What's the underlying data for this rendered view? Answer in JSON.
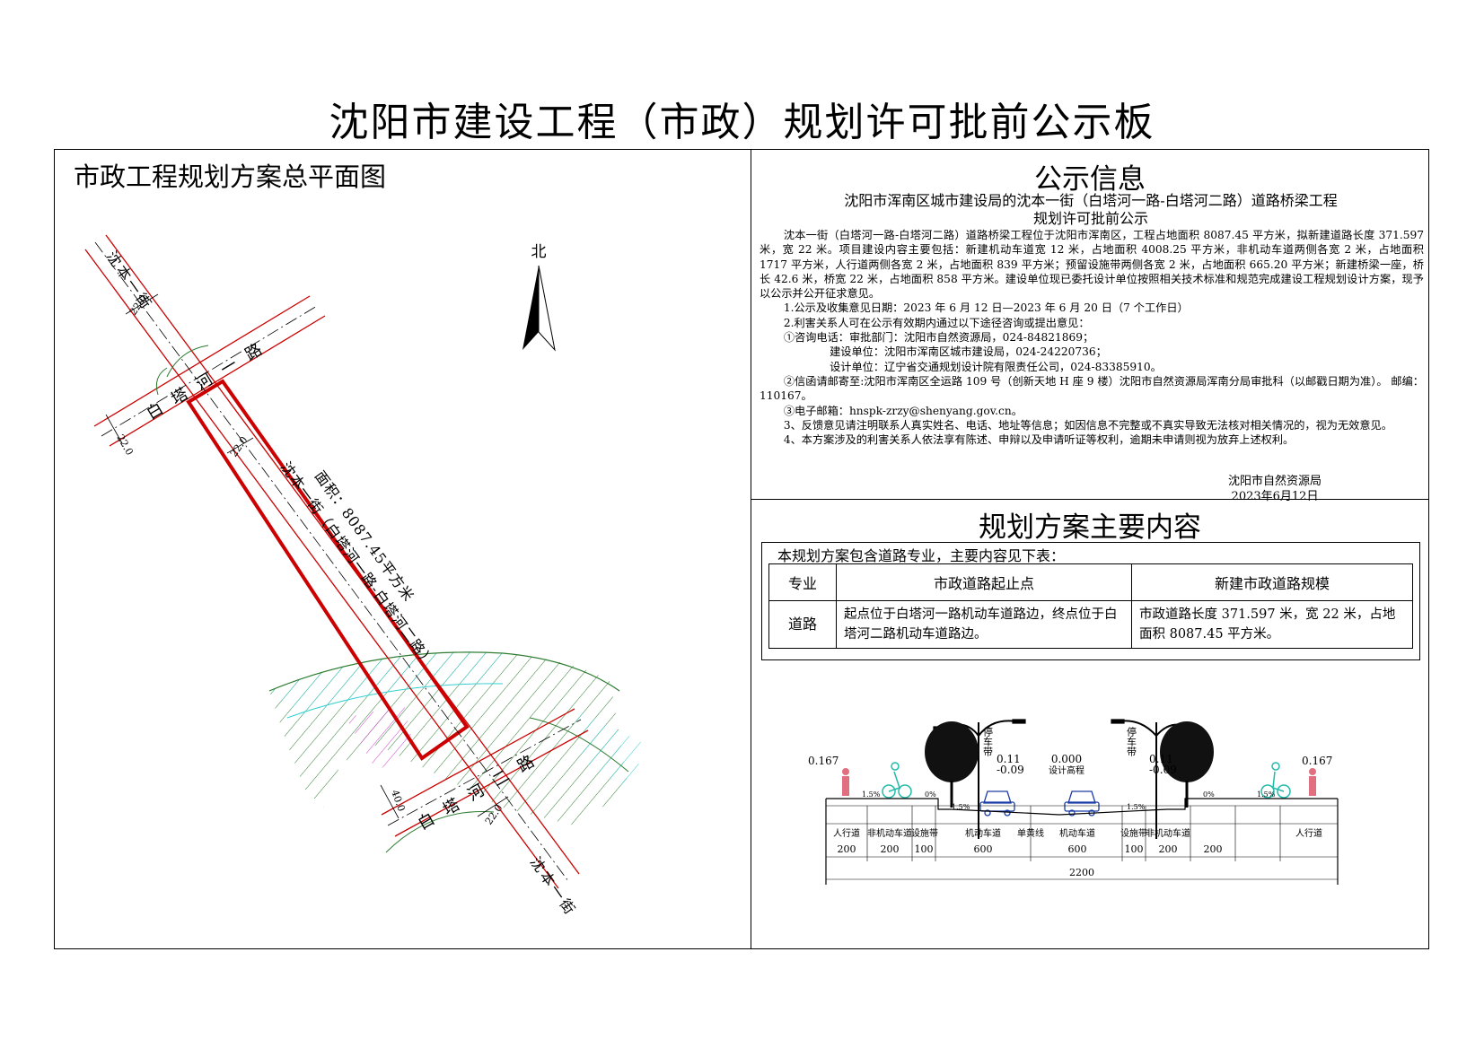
{
  "title": "沈阳市建设工程（市政）规划许可批前公示板",
  "map": {
    "title": "市政工程规划方案总平面图",
    "north": "北",
    "road_main": "沈本一街（白塔河一路-白塔河二路）",
    "area": "面积：8087.45平方米",
    "road_north_label": "沈本一街",
    "road_south_label": "沈本一街",
    "cross_road_1": "白塔河一路",
    "cross_road_2": "白塔河二路",
    "dim_22": "22.0",
    "dim_40": "40.0"
  },
  "notice": {
    "heading": "公示信息",
    "subtitle_1": "沈阳市浑南区城市建设局的沈本一街（白塔河一路-白塔河二路）道路桥梁工程",
    "subtitle_2": "规划许可批前公示",
    "p1": "沈本一街（白塔河一路-白塔河二路）道路桥梁工程位于沈阳市浑南区，工程占地面积 8087.45 平方米，拟新建道路长度 371.597 米，宽 22 米。项目建设内容主要包括：新建机动车道宽 12 米，占地面积 4008.25 平方米，非机动车道两侧各宽 2 米，占地面积 1717 平方米，人行道两侧各宽 2 米，占地面积 839 平方米；预留设施带两侧各宽 2 米，占地面积 665.20 平方米；新建桥梁一座，桥长 42.6 米，桥宽 22 米，占地面积 858 平方米。建设单位现已委托设计单位按照相关技术标准和规范完成建设工程规划设计方案，现予以公示并公开征求意见。",
    "p2": "1.公示及收集意见日期：2023 年 6 月 12 日—2023 年 6 月 20 日（7 个工作日）",
    "p3": "2.利害关系人可在公示有效期内通过以下途径咨询或提出意见：",
    "p4": "①咨询电话：审批部门：沈阳市自然资源局，024-84821869；",
    "p5": "建设单位：沈阳市浑南区城市建设局，024-24220736；",
    "p6": "设计单位：辽宁省交通规划设计院有限责任公司，024-83385910。",
    "p7": "②信函请邮寄至:沈阳市浑南区全运路 109 号（创新天地 H 座 9 楼）沈阳市自然资源局浑南分局审批科（以邮戳日期为准）。 邮编：110167。",
    "p8": "③电子邮箱：hnspk-zrzy@shenyang.gov.cn。",
    "p9": "3、反馈意见请注明联系人真实姓名、电话、地址等信息；如因信息不完整或不真实导致无法核对相关情况的，视为无效意见。",
    "p10": "4、本方案涉及的利害关系人依法享有陈述、申辩以及申请听证等权利，逾期未申请则视为放弃上述权利。",
    "signer": "沈阳市自然资源局",
    "date": "2023年6月12日"
  },
  "plan": {
    "heading": "规划方案主要内容",
    "intro": "本规划方案包含道路专业，主要内容见下表：",
    "table": {
      "headers": [
        "专业",
        "市政道路起止点",
        "新建市政道路规模"
      ],
      "row": [
        "道路",
        "起点位于白塔河一路机动车道路边，终点位于白塔河二路机动车道路边。",
        "市政道路长度 371.597 米，宽 22 米，占地面积 8087.45 平方米。"
      ]
    }
  },
  "section": {
    "elev_left": "0.167",
    "elev_right": "0.167",
    "elev_mid": "0.000",
    "design_elev": "设计高程",
    "elev_011_l": "0.11",
    "elev_009_l": "-0.09",
    "elev_011_r": "0.11",
    "elev_009_r": "-0.09",
    "parking_l": "停车带",
    "parking_r": "停车带",
    "slope_15": "1.5%",
    "slope_0": "0%",
    "lanes": [
      "人行道",
      "非机动车道",
      "设施带",
      "机动车道",
      "单黄线",
      "机动车道",
      "设施带",
      "非机动车道",
      "人行道"
    ],
    "widths": [
      "200",
      "200",
      "100",
      "600",
      "600",
      "100",
      "200",
      "200"
    ],
    "total": "2200"
  }
}
